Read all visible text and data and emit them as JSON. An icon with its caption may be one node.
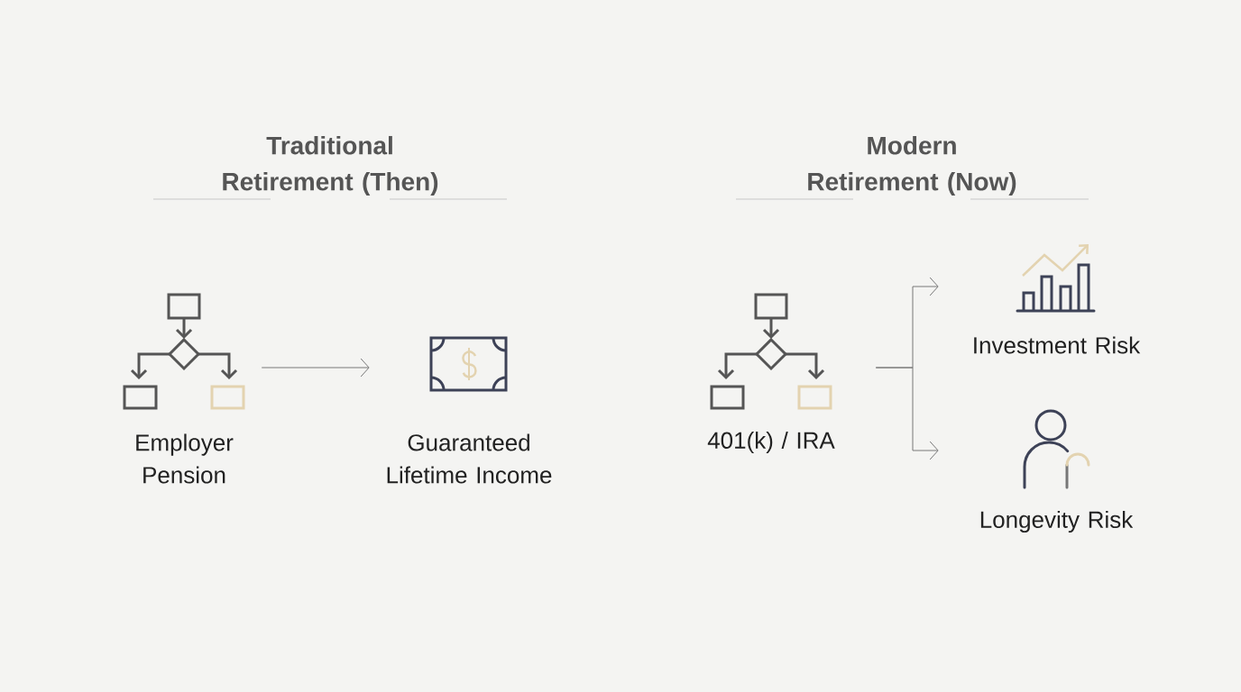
{
  "diagram": {
    "nodes": [
      {
        "text": [
          "Employer Pension"
        ]
      },
      {
        "text": [
          "Guaranteed Lifetime Income"
        ]
      },
      {
        "text": [
          "401(k) / IRA"
        ]
      },
      {
        "text": [
          "Investment Risk"
        ]
      },
      {
        "text": [
          "Longevity Risk"
        ]
      }
    ],
    "edges": [
      {
        "from": 0,
        "to": 1,
        "arrow": "to"
      },
      {
        "from": 2,
        "to": 3,
        "arrow": "to"
      },
      {
        "from": 2,
        "to": 4,
        "arrow": "to"
      }
    ],
    "labels": [
      "Traditional Retirement (Then)",
      "Modern Retirement (Now)"
    ]
  }
}
